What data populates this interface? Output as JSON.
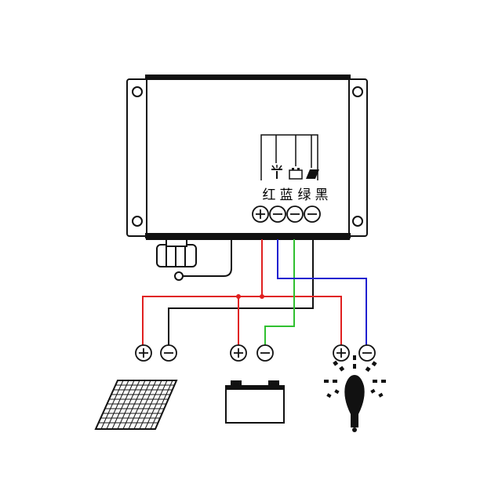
{
  "terminal_labels": {
    "red": "红",
    "blue": "蓝",
    "green": "绿",
    "black": "黑"
  },
  "colors": {
    "red": "#e02020",
    "blue": "#2020d0",
    "green": "#30c030",
    "black": "#111111"
  },
  "icons": {
    "controller_terminal_icons": [
      "lamp-icon",
      "battery-icon",
      "solar-panel-icon"
    ],
    "devices": [
      "solar-panel-icon",
      "battery-icon",
      "light-bulb-icon"
    ]
  }
}
